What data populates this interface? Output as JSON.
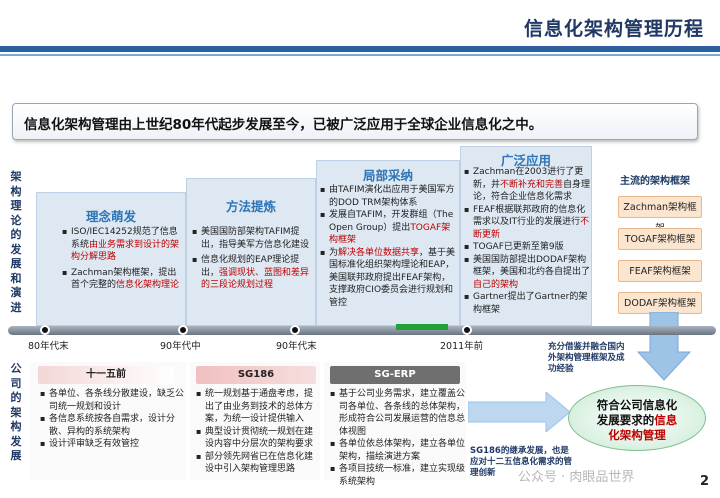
{
  "header": {
    "title": "信息化架构管理历程"
  },
  "subtitle": "信息化架构管理由上世纪80年代起步发展至今，已被广泛应用于全球企业信息化之中。",
  "side_top": "架构理论的发展和演进",
  "side_bottom": "公司的架构发展",
  "phases": [
    {
      "title": "理念萌发",
      "sub": "",
      "items": [
        {
          "pre": "ISO/IEC14252规范了信息系统",
          "red": "由业务需求到设计的架构分解思路",
          "post": ""
        },
        {
          "pre": "Zachman架构框架，提出首个完整的",
          "red": "信息化架构理论",
          "post": ""
        }
      ]
    },
    {
      "title": "方法提炼",
      "sub": "",
      "items": [
        {
          "pre": "美国国防部架构TAFIM提出，指导美军方信息化建设",
          "red": "",
          "post": ""
        },
        {
          "pre": "信息化规划的EAP理论提出，",
          "red": "强调现状、蓝图和差异的三段论规划过程",
          "post": ""
        }
      ]
    },
    {
      "title": "局部采纳",
      "sub": "",
      "items": [
        {
          "pre": "由TAFIM演化出应用于美国军方的DOD TRM架构体系",
          "red": "",
          "post": ""
        },
        {
          "pre": "发展自TAFIM，开发群组（The Open Group）提出",
          "red": "TOGAF架构框架",
          "post": ""
        },
        {
          "pre": "为",
          "red": "解决各单位数据共享",
          "post": "，基于美国标准化组织架构理论和EAP，美国联邦政府提出FEAF架构，支撑政府CIO委员会进行规划和管控"
        }
      ]
    },
    {
      "title": "广泛应用",
      "sub": "",
      "items": [
        {
          "pre": "Zachman在2003进行了更新，并",
          "red": "不断补充和完善",
          "post": "自身理论，符合企业信息化需求"
        },
        {
          "pre": "FEAF根据联邦政府的信息化需求以及IT行业的发展进行",
          "red": "不断更新",
          "post": ""
        },
        {
          "pre": "TOGAF已更新至第9版",
          "red": "",
          "post": ""
        },
        {
          "pre": "美国国防部提出DODAF架构框架，美国和北约各自提出了",
          "red": "自己的架构",
          "post": ""
        },
        {
          "pre": "Gartner提出了Gartner的架构框架",
          "red": "",
          "post": ""
        }
      ]
    }
  ],
  "frameworks": {
    "title": "主流的架构框架",
    "items": [
      "Zachman架构框架",
      "TOGAF架构框架",
      "FEAF架构框架",
      "DODAF架构框架"
    ]
  },
  "timeline": {
    "labels": [
      "80年代末",
      "90年代中",
      "90年代末",
      "2011年前"
    ]
  },
  "company": [
    {
      "title": "十一五前",
      "items": [
        "各单位、各条线分散建设，缺乏公司统一规划和设计",
        "各信息系统按各自需求，设计分散、异构的系统架构",
        "设计评审缺乏有效管控"
      ]
    },
    {
      "title": "SG186",
      "items": [
        "统一规划基于通盘考虑，提出了由业务到技术的总体方案，为统一设计提供输入",
        "典型设计贯彻统一规划在建设内容中分层次的架构要求",
        "部分领先网省已在信息化建设中引入架构管理思路"
      ]
    },
    {
      "title": "SG-ERP",
      "items": [
        "基于公司业务需求，建立覆盖公司各单位、各条线的总体架构，形成符合公司发展运营的信息总体视图",
        "各单位依总体架构，建立各单位架构，描绘演进方案",
        "各项目技统一标准，建立实现级系统架构"
      ]
    }
  ],
  "notes": {
    "right": "充分借鉴并融合国内外架构管理框架及成功经验",
    "bottom": "SG186的继承发展，也是应对十二五信息化需求的管理创新"
  },
  "goal": {
    "line1": "符合公司信息化",
    "line2a": "发展要求的",
    "line2b": "信息",
    "line3": "化架构管理"
  },
  "watermark": "公众号 · 肉眼品世界",
  "page_number": "2",
  "colors": {
    "accent": "#2e75b6",
    "title": "#1f3864",
    "red": "#c00000",
    "framework_box": "#fbe5cf"
  }
}
